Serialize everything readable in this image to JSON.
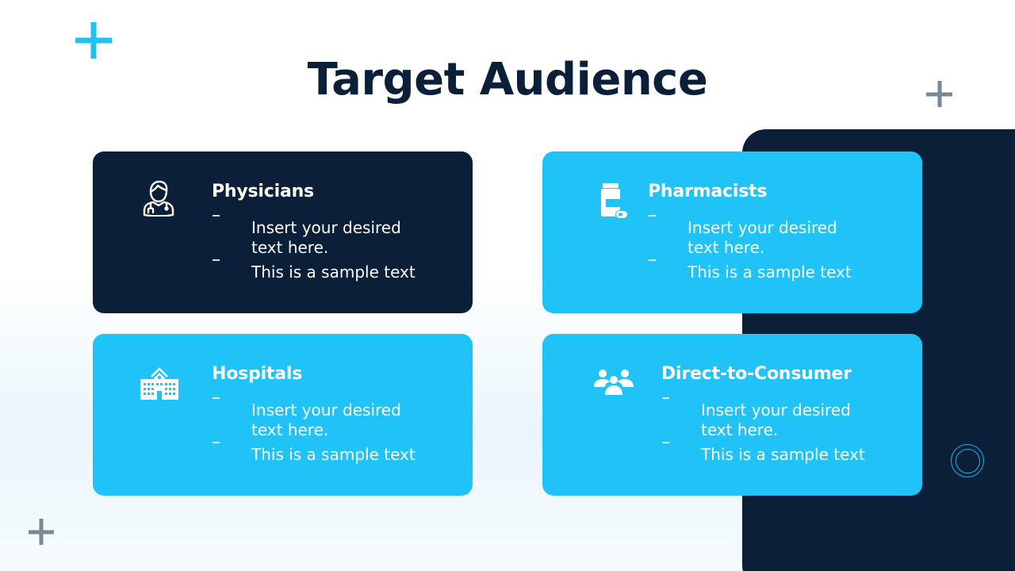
{
  "slide": {
    "title": "Target Audience",
    "colors": {
      "navy": "#0b1f38",
      "cyan": "#20c3f7",
      "accent_plus": "#22c1f5",
      "gray_plus": "#7a8796"
    },
    "cards": [
      {
        "heading": "Physicians",
        "icon": "doctor-icon",
        "style": "dark",
        "bullets": [
          "Insert your desired text here.",
          "This is a sample text"
        ]
      },
      {
        "heading": "Pharmacists",
        "icon": "medicine-bottle-icon",
        "style": "cyan",
        "bullets": [
          "Insert your desired text here.",
          "This is a sample text"
        ]
      },
      {
        "heading": "Hospitals",
        "icon": "hospital-icon",
        "style": "cyan",
        "bullets": [
          "Insert your desired text here.",
          "This is a sample text"
        ]
      },
      {
        "heading": "Direct-to-Consumer",
        "icon": "people-group-icon",
        "style": "cyan",
        "bullets": [
          "Insert your desired text here.",
          "This is a sample text"
        ]
      }
    ]
  }
}
